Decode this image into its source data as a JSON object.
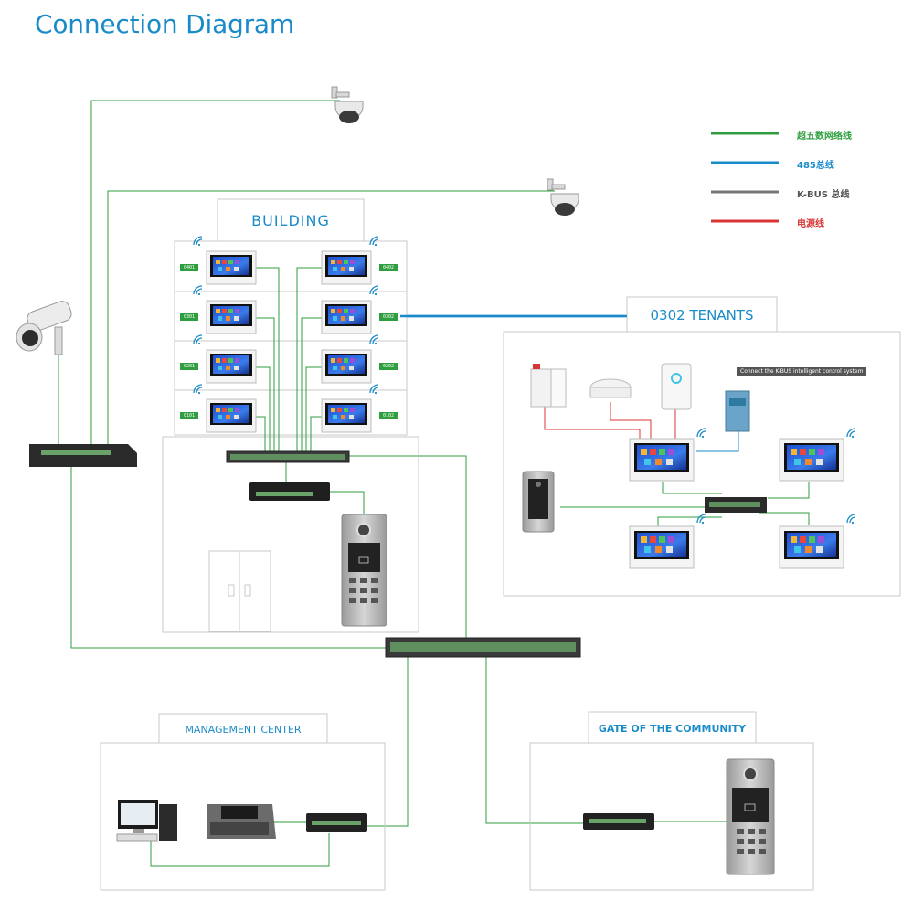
{
  "title": "Connection Diagram",
  "legend": [
    {
      "label": "超五数网络线",
      "color": "#2e9e3e"
    },
    {
      "label": "485总线",
      "color": "#1a8bc9"
    },
    {
      "label": "K-BUS 总线",
      "color": "#777777"
    },
    {
      "label": "电源线",
      "color": "#d93535"
    }
  ],
  "building": {
    "label": "BUILDING",
    "units_left": [
      "0401",
      "0301",
      "0201",
      "0101"
    ],
    "units_right": [
      "0402",
      "0302",
      "0202",
      "0102"
    ]
  },
  "tenants": {
    "label": "0302 TENANTS",
    "kbus_label": "Connect the K-BUS intelligent control system"
  },
  "management": {
    "label": "MANAGEMENT CENTER"
  },
  "gate": {
    "label": "GATE OF THE COMMUNITY"
  },
  "colors": {
    "network": "#2e9e3e",
    "bus485": "#1a8bc9",
    "kbus": "#777777",
    "power": "#d93535",
    "panel_border": "#c8c8c8"
  }
}
